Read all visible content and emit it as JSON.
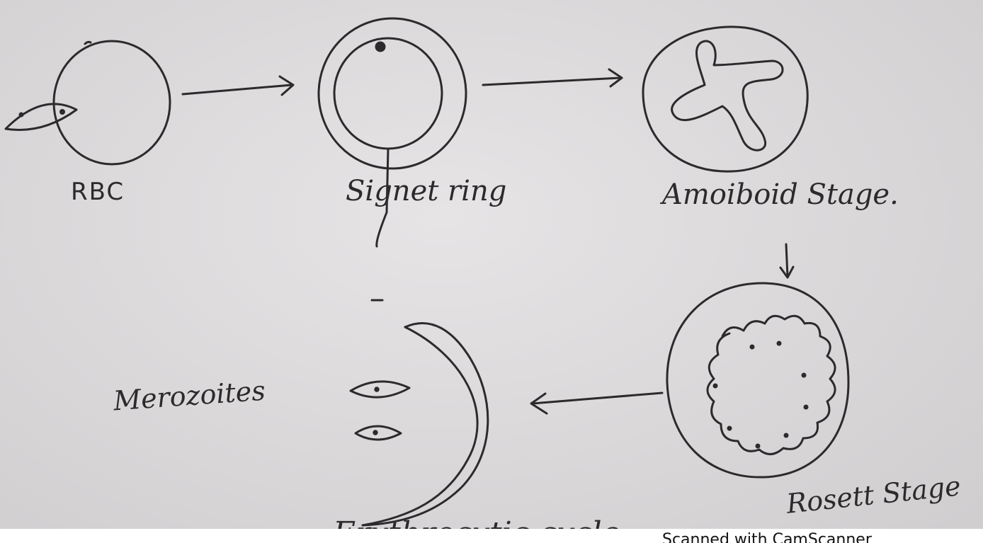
{
  "diagram": {
    "labels": {
      "rbc": "RBC",
      "signet_ring": "Signet ring",
      "amoeboid_stage": "Amoiboid Stage.",
      "rosette_stage": "Rosett Stage",
      "merozoites": "Merozoites",
      "cycle_title": "Erythrocytic cycle"
    },
    "colors": {
      "ink": "#2c2a2c",
      "paper": "#d9d7d8"
    }
  },
  "footer": {
    "watermark": "Scanned with CamScanner"
  }
}
